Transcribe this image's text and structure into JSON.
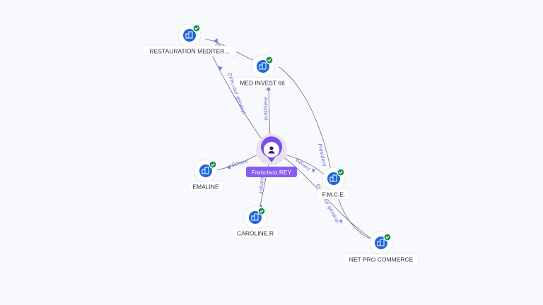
{
  "graph": {
    "center_person": {
      "name": "Francisco REY",
      "icon": "person-icon"
    },
    "companies": [
      {
        "id": "restauration",
        "name": "RESTAURATION MEDITER...",
        "icon": "building-icon",
        "status": "verified-check-icon"
      },
      {
        "id": "medinvest",
        "name": "MED INVEST 66",
        "icon": "building-icon",
        "status": "verified-check-icon"
      },
      {
        "id": "emaline",
        "name": "EMALINE",
        "icon": "building-icon",
        "status": "verified-check-icon"
      },
      {
        "id": "caroline",
        "name": "CAROLINE.R",
        "icon": "building-icon",
        "status": "verified-check-icon"
      },
      {
        "id": "fmce",
        "name": "F.M.C.E.",
        "icon": "building-icon",
        "status": "verified-check-icon"
      },
      {
        "id": "netpro",
        "name": "NET PRO COMMERCE",
        "icon": "building-icon",
        "status": "verified-check-icon"
      }
    ],
    "relations": [
      {
        "from": "person",
        "to": "restauration",
        "label": "Directeur général"
      },
      {
        "from": "person",
        "to": "medinvest",
        "label": "Président"
      },
      {
        "from": "person",
        "to": "emaline",
        "label": "Gérant"
      },
      {
        "from": "person",
        "to": "caroline",
        "label": "Gérant"
      },
      {
        "from": "person",
        "to": "fmce",
        "label": "Gérant"
      },
      {
        "from": "person",
        "to": "netpro",
        "label": "Directeur général"
      },
      {
        "from": "medinvest",
        "to": "restauration",
        "label": "Président"
      },
      {
        "from": "medinvest",
        "to": "netpro",
        "label": "Président"
      }
    ],
    "colors": {
      "person_accent": "#8a5cf0",
      "company_icon": "#1d66d8",
      "verified": "#1a8f4e",
      "edge_label": "#6b66d6"
    }
  }
}
